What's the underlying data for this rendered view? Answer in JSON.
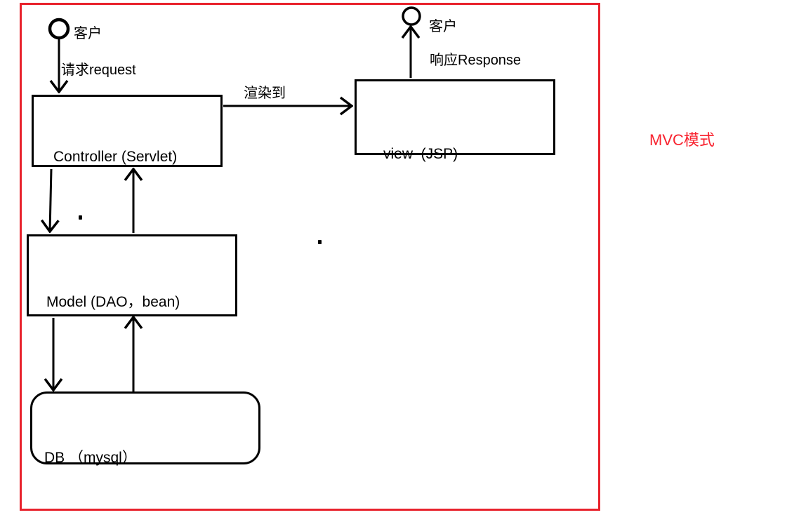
{
  "diagram": {
    "caption": "MVC模式",
    "actors": [
      {
        "id": "client-request-actor",
        "label": "客户"
      },
      {
        "id": "client-response-actor",
        "label": "客户"
      }
    ],
    "nodes": {
      "controller": "Controller (Servlet)",
      "view": "view  (JSP)",
      "model": "Model (DAO，bean)",
      "db": "DB （mysql）"
    },
    "edge_labels": {
      "request": "请求request",
      "render": "渲染到",
      "response": "响应Response"
    },
    "colors": {
      "ink": "#000000",
      "frame": "#e8222c",
      "caption": "#f8232f"
    }
  }
}
